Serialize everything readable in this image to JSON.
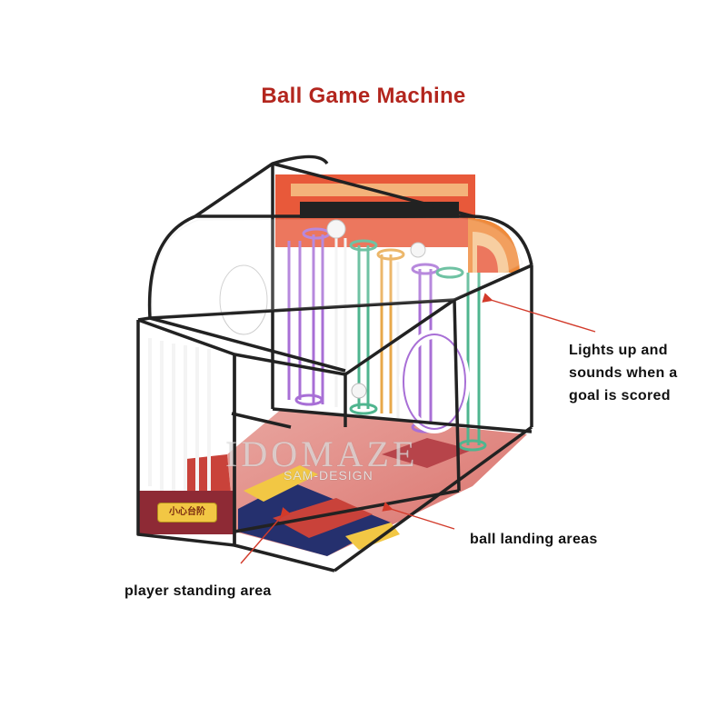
{
  "title": "Ball Game Machine",
  "labels": {
    "lights_line1": "Lights up and",
    "lights_line2": "sounds when a",
    "lights_line3": "goal is scored",
    "landing": "ball landing areas",
    "player": "player standing area"
  },
  "watermark": {
    "brand": "IDOMAZE",
    "sub": "SAM-DESIGN"
  },
  "badge_text": "小心台阶",
  "colors": {
    "title": "#b3261e",
    "frame": "#222222",
    "arrow": "#d23a2a",
    "tube_purple": "#a86fd6",
    "tube_green": "#4fb58f",
    "tube_white": "#f2f2f2",
    "floor_red": "#c9423a",
    "floor_navy": "#25306e",
    "ring_white": "#ffffff"
  }
}
